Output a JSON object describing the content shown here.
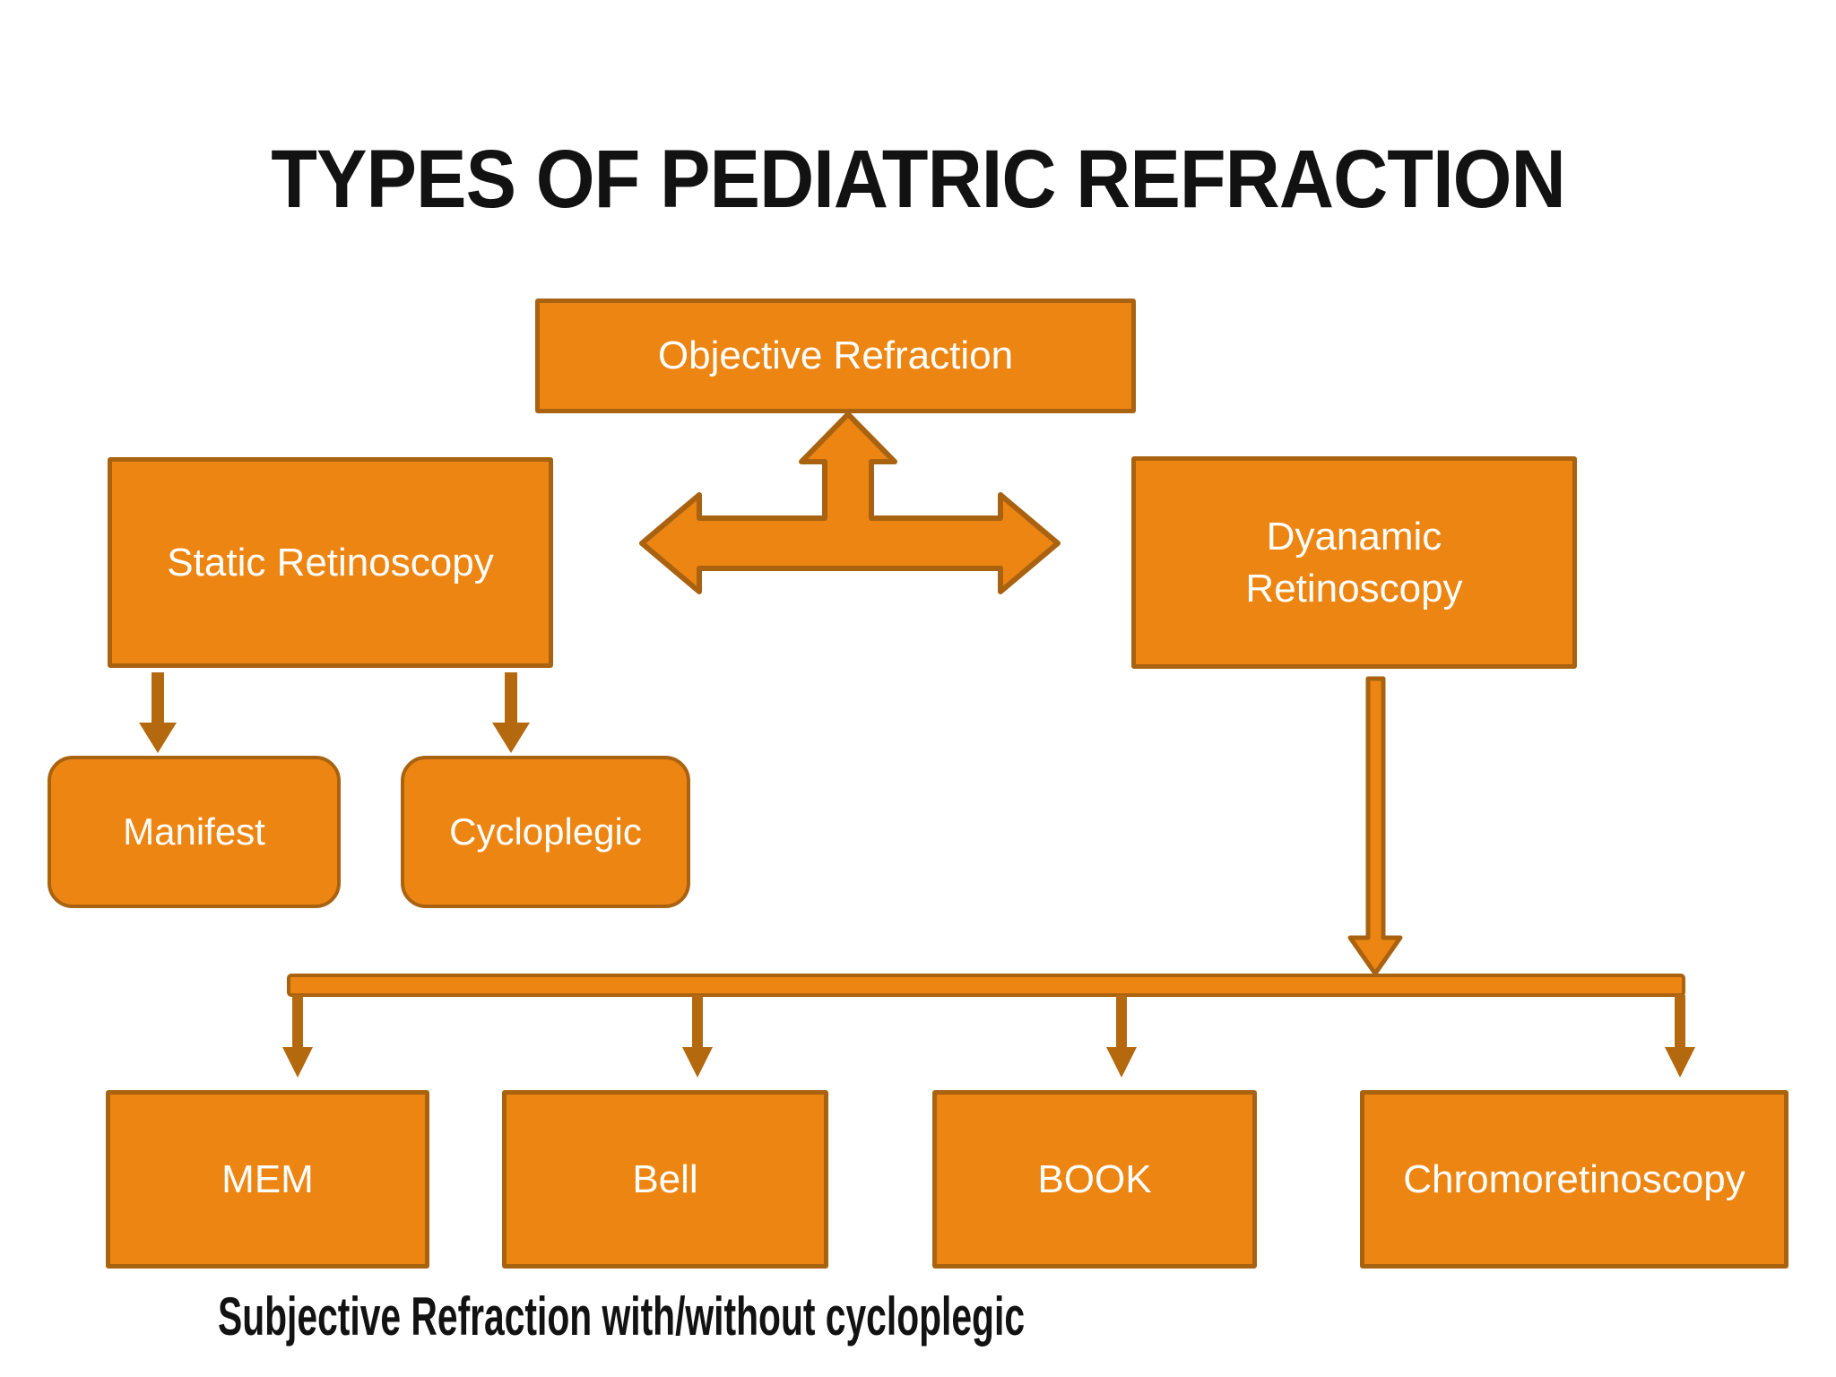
{
  "slide": {
    "title": "TYPES OF PEDIATRIC REFRACTION",
    "caption": "Subjective Refraction with/without cycloplegic"
  },
  "colors": {
    "background": "#FFFFFF",
    "heading_text": "#121212",
    "box_fill": "#ED8512",
    "box_border": "#A96210",
    "connector_solid": "#B5690F",
    "box_text": "#FFFFFF"
  },
  "nodes": {
    "objective_refraction": "Objective Refraction",
    "static_retinoscopy": "Static Retinoscopy",
    "dynamic_retinoscopy": "Dyanamic\nRetinoscopy",
    "manifest": "Manifest",
    "cycloplegic": "Cycloplegic",
    "mem": "MEM",
    "bell": "Bell",
    "book": "BOOK",
    "chromoretinoscopy": "Chromoretinoscopy"
  }
}
